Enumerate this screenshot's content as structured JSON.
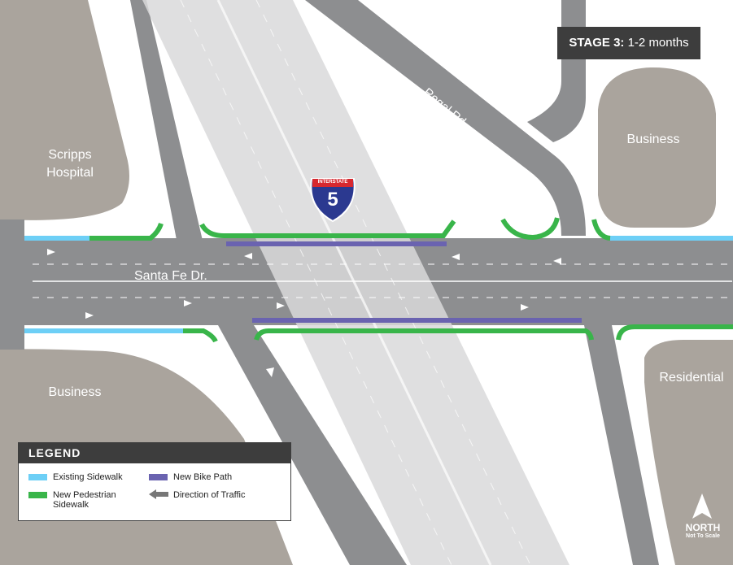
{
  "stage": {
    "title": "STAGE 3:",
    "duration": "1-2 months"
  },
  "places": {
    "scripps_line1": "Scripps",
    "scripps_line2": "Hospital",
    "business_ne": "Business",
    "business_sw": "Business",
    "residential": "Residential"
  },
  "streets": {
    "santa_fe": "Santa Fe Dr.",
    "regal": "Regal Rd."
  },
  "shield": {
    "top": "INTERSTATE",
    "number": "5"
  },
  "legend": {
    "title": "LEGEND",
    "existing_sidewalk": "Existing Sidewalk",
    "new_ped_line1": "New Pedestrian",
    "new_ped_line2": "Sidewalk",
    "new_bike": "New Bike Path",
    "direction": "Direction of Traffic"
  },
  "north": {
    "label": "NORTH",
    "note": "Not To Scale"
  },
  "colors": {
    "road": "#8d8e90",
    "land": "#aaa49d",
    "existing_sidewalk": "#6dcff6",
    "new_sidewalk": "#39b54a",
    "bike_path": "#6a63b0",
    "freeway": "#d9d9da",
    "dark": "#3d3d3d"
  }
}
